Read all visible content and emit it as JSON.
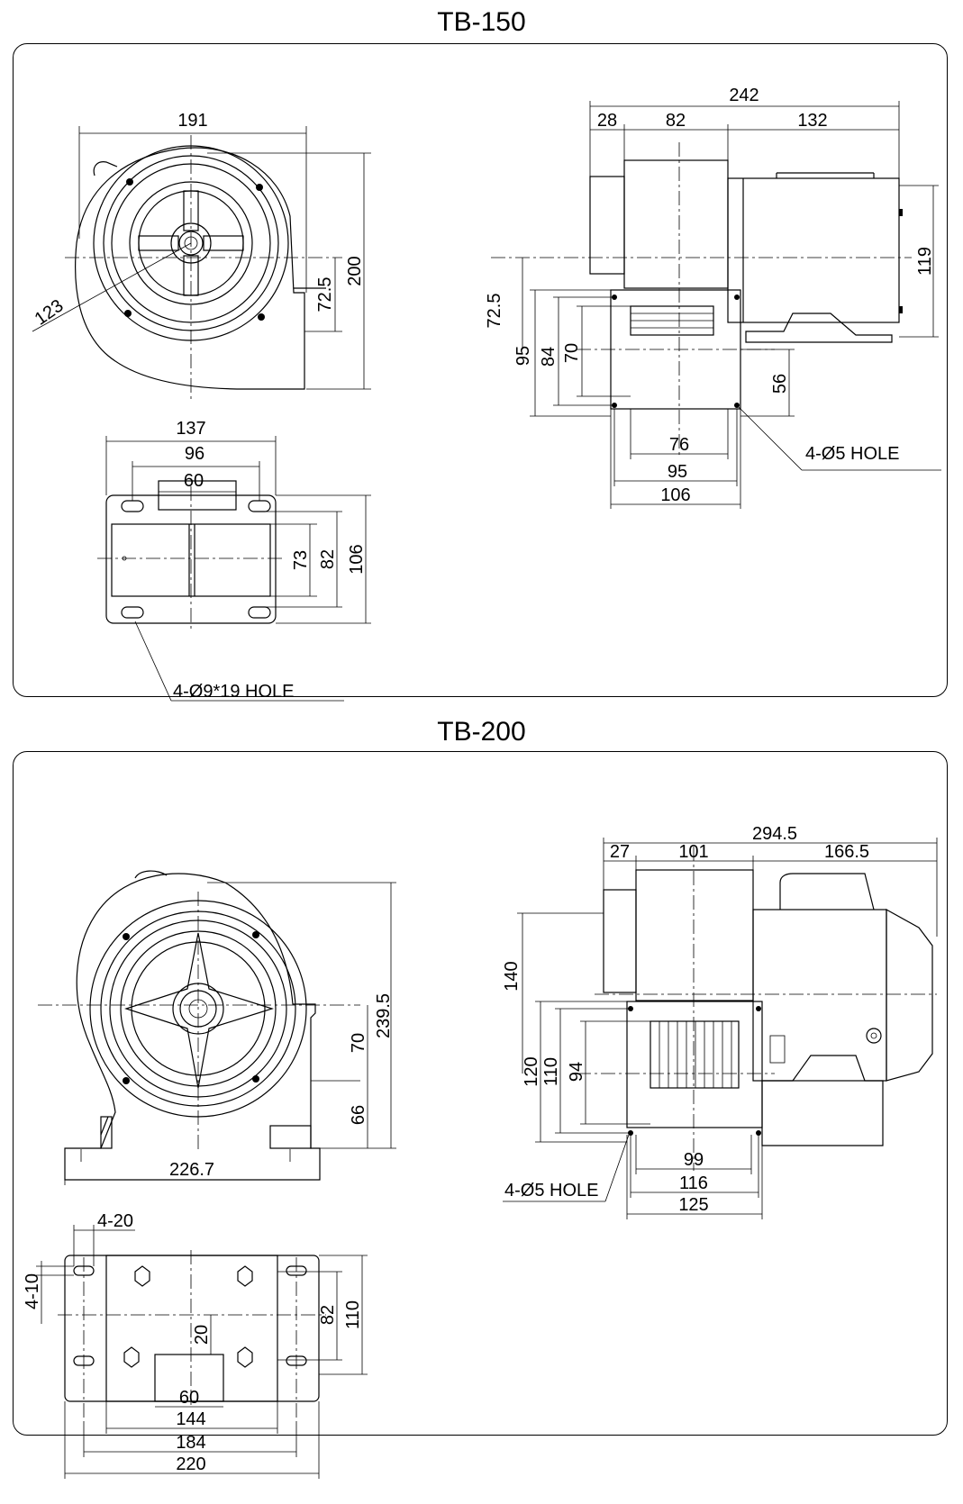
{
  "tb150": {
    "title": "TB-150",
    "front": {
      "width": "191",
      "height": "200",
      "radius": "123",
      "shaft_height": "72.5"
    },
    "side": {
      "total": "242",
      "seg1": "28",
      "seg2": "82",
      "seg3": "132",
      "motor_h": "119",
      "shaft_h": "72.5",
      "h95": "95",
      "h84": "84",
      "h70": "70",
      "h56": "56",
      "w76": "76",
      "w95": "95",
      "w106": "106",
      "hole_note": "4-Ø5 HOLE"
    },
    "base": {
      "w137": "137",
      "w96": "96",
      "w60": "60",
      "h73": "73",
      "h82": "82",
      "h106": "106",
      "hole_note": "4-Ø9*19 HOLE"
    }
  },
  "tb200": {
    "title": "TB-200",
    "front": {
      "height": "239.5",
      "h70": "70",
      "h66": "66",
      "width": "226.7"
    },
    "side": {
      "total": "294.5",
      "seg1": "27",
      "seg2": "101",
      "seg3": "166.5",
      "h140": "140",
      "h120": "120",
      "h110": "110",
      "h94": "94",
      "w99": "99",
      "w116": "116",
      "w125": "125",
      "hole_note": "4-Ø5 HOLE"
    },
    "base": {
      "slot_w": "4-20",
      "slot_h": "4-10",
      "h82": "82",
      "h110": "110",
      "h20": "20",
      "w60": "60",
      "w144": "144",
      "w184": "184",
      "w220": "220"
    }
  }
}
